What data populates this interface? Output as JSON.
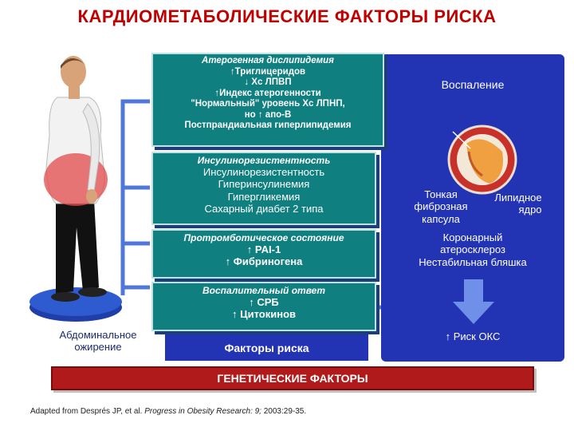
{
  "title": "КАРДИОМЕТАБОЛИЧЕСКИЕ ФАКТОРЫ РИСКА",
  "box1": {
    "header": "Атерогенная дислипидемия",
    "lines": [
      "↑Триглицеридов",
      "↓ Хс ЛПВП",
      "↑Индекс атерогенности",
      "\"Нормальный\" уровень Хс ЛПНП,",
      "но ↑ апо-В",
      "Постпрандиальная гиперлипидемия"
    ]
  },
  "box2": {
    "header": "Инсулинорезистентность",
    "lines": [
      "Инсулинорезистентность",
      "Гиперинсулинемия",
      "Гипергликемия",
      "Сахарный диабет 2 типа"
    ]
  },
  "box3": {
    "header": "Протромботическое состояние",
    "lines": [
      "↑ PAI-1",
      "↑ Фибриногена"
    ]
  },
  "box4": {
    "header": "Воспалительный ответ",
    "lines": [
      "↑ СРБ",
      "↑ Цитокинов"
    ]
  },
  "bottom_label": "Факторы риска",
  "genetic_label": "ГЕНЕТИЧЕСКИЕ ФАКТОРЫ",
  "figure_label": [
    "Абдоминальное",
    "ожирение"
  ],
  "right_panel": {
    "inflammation": "Воспаление",
    "fibrous_cap": [
      "Тонкая",
      "фиброзная",
      "капсула"
    ],
    "lipid_core": [
      "Липидное",
      "ядро"
    ],
    "coronary": [
      "Коронарный",
      "атеросклероз",
      "Нестабильная бляшка"
    ],
    "acs_risk": "↑ Риск ОКС"
  },
  "citation": {
    "prefix": "Adapted from Després JP, et al.",
    "journal": "Progress in Obesity Research: 9;",
    "suffix": "2003:29-35."
  },
  "colors": {
    "title": "#c00000",
    "teal_box": "#0f7f80",
    "blue_panel": "#2233b3",
    "genetic_bar": "#b01a1a"
  }
}
